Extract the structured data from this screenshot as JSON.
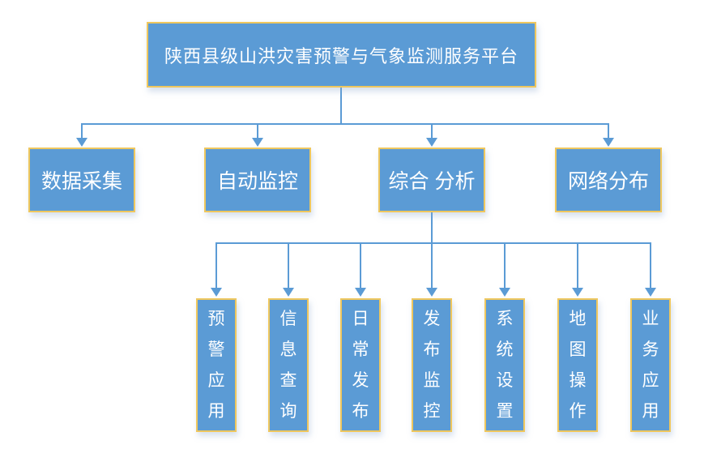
{
  "root": {
    "label": "陕西县级山洪灾害预警与气象监测服务平台"
  },
  "level2": [
    {
      "label": "数据采集"
    },
    {
      "label": "自动监控"
    },
    {
      "label": "综合 分析"
    },
    {
      "label": "网络分布"
    }
  ],
  "level3": [
    {
      "label": "预警应用"
    },
    {
      "label": "信息查询"
    },
    {
      "label": "日常发布"
    },
    {
      "label": "发布监控"
    },
    {
      "label": "系统设置"
    },
    {
      "label": "地图操作"
    },
    {
      "label": "业务应用"
    }
  ],
  "colors": {
    "box_fill": "#5B9BD5",
    "box_border": "#EFC75E",
    "connector": "#5B9BD5",
    "text": "#FFFFFF",
    "background": "#FFFFFF"
  }
}
